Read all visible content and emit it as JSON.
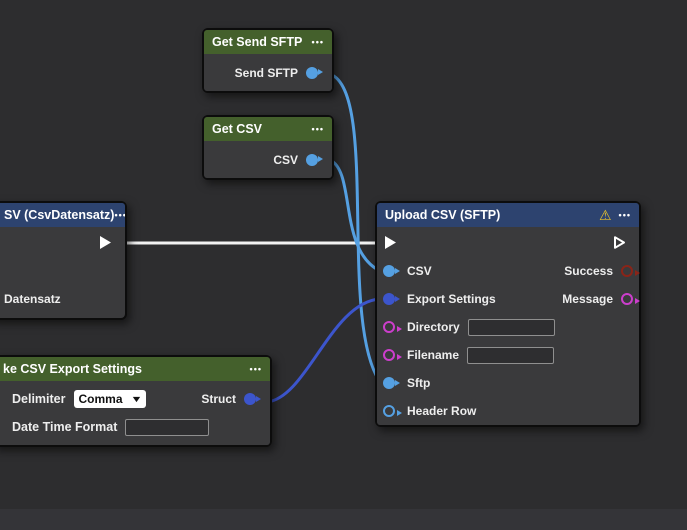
{
  "canvas": {
    "background": "#2d2d2f",
    "bottom_strip_color": "#343438"
  },
  "colors": {
    "node_body": "#3a3a3c",
    "header_green": "#44602c",
    "header_blue": "#2d436f",
    "pin_light_blue": "#55a0e2",
    "pin_royal_blue": "#3c55cc",
    "pin_magenta": "#cc3ecc",
    "pin_dark_red": "#8a2418",
    "wire_light_blue": "#55a0e2",
    "wire_royal_blue": "#3c55cc",
    "wire_exec_white": "#f2f2f2",
    "warning_yellow": "#e8c22b"
  },
  "nodes": {
    "get_send_sftp": {
      "title": "Get Send SFTP",
      "menu": "•••",
      "outputs": [
        {
          "label": "Send SFTP",
          "pin": "filled-light-blue"
        }
      ]
    },
    "get_csv": {
      "title": "Get CSV",
      "menu": "•••",
      "outputs": [
        {
          "label": "CSV",
          "pin": "filled-light-blue"
        }
      ]
    },
    "csv_datensatz": {
      "title": "SV (CsvDatensatz)",
      "menu": "•••",
      "exec_out": "exec-triangle-filled",
      "labels": [
        {
          "label": "Datensatz"
        }
      ]
    },
    "upload_csv_sftp": {
      "title": "Upload CSV (SFTP)",
      "menu": "•••",
      "warning_icon": "⚠",
      "exec_in": "exec-triangle-filled",
      "exec_out": "exec-triangle-hollow",
      "inputs": [
        {
          "label": "CSV",
          "pin": "filled-light-blue"
        },
        {
          "label": "Export Settings",
          "pin": "filled-royal-blue"
        },
        {
          "label": "Directory",
          "pin": "hollow-magenta",
          "value": "",
          "placeholder": ""
        },
        {
          "label": "Filename",
          "pin": "hollow-magenta",
          "value": "",
          "placeholder": ""
        },
        {
          "label": "Sftp",
          "pin": "filled-light-blue"
        },
        {
          "label": "Header Row",
          "pin": "hollow-light-blue"
        }
      ],
      "outputs": [
        {
          "label": "Success",
          "pin": "hollow-dark-red"
        },
        {
          "label": "Message",
          "pin": "hollow-magenta"
        }
      ]
    },
    "make_csv_export_settings": {
      "title": "ke CSV Export Settings",
      "menu": "•••",
      "fields": [
        {
          "label": "Delimiter",
          "control": "select",
          "value": "Comma"
        },
        {
          "label": "Date Time Format",
          "control": "text",
          "value": "",
          "placeholder": ""
        }
      ],
      "outputs": [
        {
          "label": "Struct",
          "pin": "filled-royal-blue"
        }
      ]
    }
  },
  "wires": [
    {
      "from": "CSV (CsvDatensatz).exec-out",
      "to": "Upload CSV (SFTP).exec-in",
      "color": "#f2f2f2",
      "type": "exec"
    },
    {
      "from": "Get Send SFTP.Send SFTP",
      "to": "Upload CSV (SFTP).Sftp",
      "color": "#55a0e2",
      "type": "data"
    },
    {
      "from": "Get CSV.CSV",
      "to": "Upload CSV (SFTP).CSV",
      "color": "#55a0e2",
      "type": "data"
    },
    {
      "from": "Make CSV Export Settings.Struct",
      "to": "Upload CSV (SFTP).Export Settings",
      "color": "#3c55cc",
      "type": "data"
    }
  ]
}
